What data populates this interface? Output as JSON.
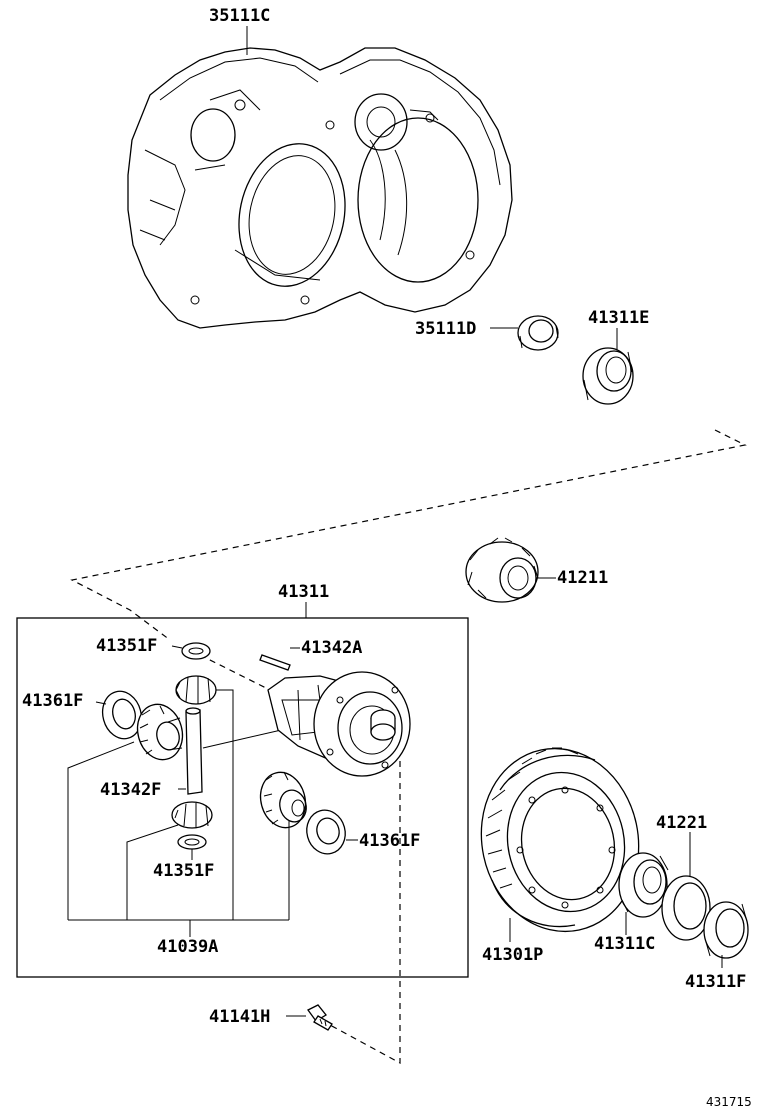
{
  "diagram": {
    "parts": [
      {
        "id": "p35111C",
        "label": "35111C"
      },
      {
        "id": "p35111D",
        "label": "35111D"
      },
      {
        "id": "p41311E",
        "label": "41311E"
      },
      {
        "id": "p41211",
        "label": "41211"
      },
      {
        "id": "p41311",
        "label": "41311"
      },
      {
        "id": "p41351F_top",
        "label": "41351F"
      },
      {
        "id": "p41342A",
        "label": "41342A"
      },
      {
        "id": "p41361F_left",
        "label": "41361F"
      },
      {
        "id": "p41342F",
        "label": "41342F"
      },
      {
        "id": "p41361F_right",
        "label": "41361F"
      },
      {
        "id": "p41351F_bottom",
        "label": "41351F"
      },
      {
        "id": "p41039A",
        "label": "41039A"
      },
      {
        "id": "p41301P",
        "label": "41301P"
      },
      {
        "id": "p41221",
        "label": "41221"
      },
      {
        "id": "p41311C",
        "label": "41311C"
      },
      {
        "id": "p41311F",
        "label": "41311F"
      },
      {
        "id": "p41141H",
        "label": "41141H"
      }
    ],
    "figure_number": "431715"
  }
}
